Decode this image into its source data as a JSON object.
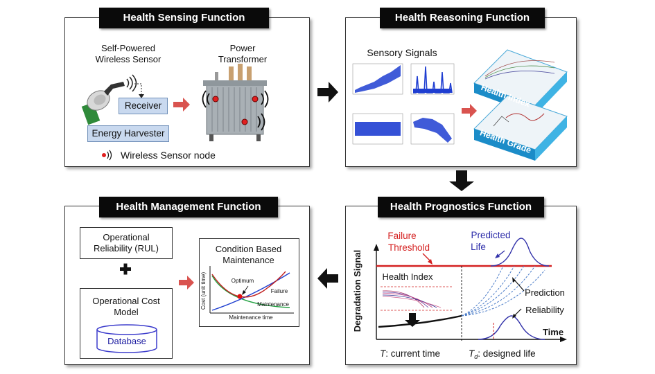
{
  "panels": {
    "sensing": {
      "title": "Health Sensing Function"
    },
    "reasoning": {
      "title": "Health Reasoning Function"
    },
    "management": {
      "title": "Health Management Function"
    },
    "prognostics": {
      "title": "Health Prognostics Function"
    }
  },
  "sensing": {
    "sensor_label_1": "Self-Powered",
    "sensor_label_2": "Wireless Sensor",
    "transformer_label_1": "Power",
    "transformer_label_2": "Transformer",
    "receiver": "Receiver",
    "energy_harvester": "Energy Harvester",
    "legend": "Wireless Sensor node"
  },
  "reasoning": {
    "signals_label": "Sensory Signals",
    "health_index": "Health Index",
    "health_grade": "Health Grade"
  },
  "management": {
    "reliability_1": "Operational",
    "reliability_2": "Reliability (RUL)",
    "cost_1": "Operational Cost",
    "cost_2": "Model",
    "database": "Database",
    "cbm_1": "Condition Based",
    "cbm_2": "Maintenance",
    "optimum": "Optimum",
    "failure": "Failure",
    "maintenance": "Maintenance",
    "xaxis": "Maintenance time",
    "yaxis": "Cost (unit time)"
  },
  "prognostics": {
    "failure_threshold_1": "Failure",
    "failure_threshold_2": "Threshold",
    "predicted_1": "Predicted",
    "predicted_2": "Life",
    "health_index": "Health Index",
    "prediction": "Prediction",
    "reliability": "Reliability",
    "yaxis": "Degradation Signal",
    "xaxis": "Time",
    "current_time_T": "T",
    "current_time": ": current time",
    "designed_life_T": "T",
    "designed_life_sub": "d",
    "designed_life": ": designed life"
  },
  "colors": {
    "red_arrow": "#d9534f",
    "threshold": "#d42020",
    "blue_curve": "#3333aa",
    "box_fill": "#c9d9ef"
  }
}
